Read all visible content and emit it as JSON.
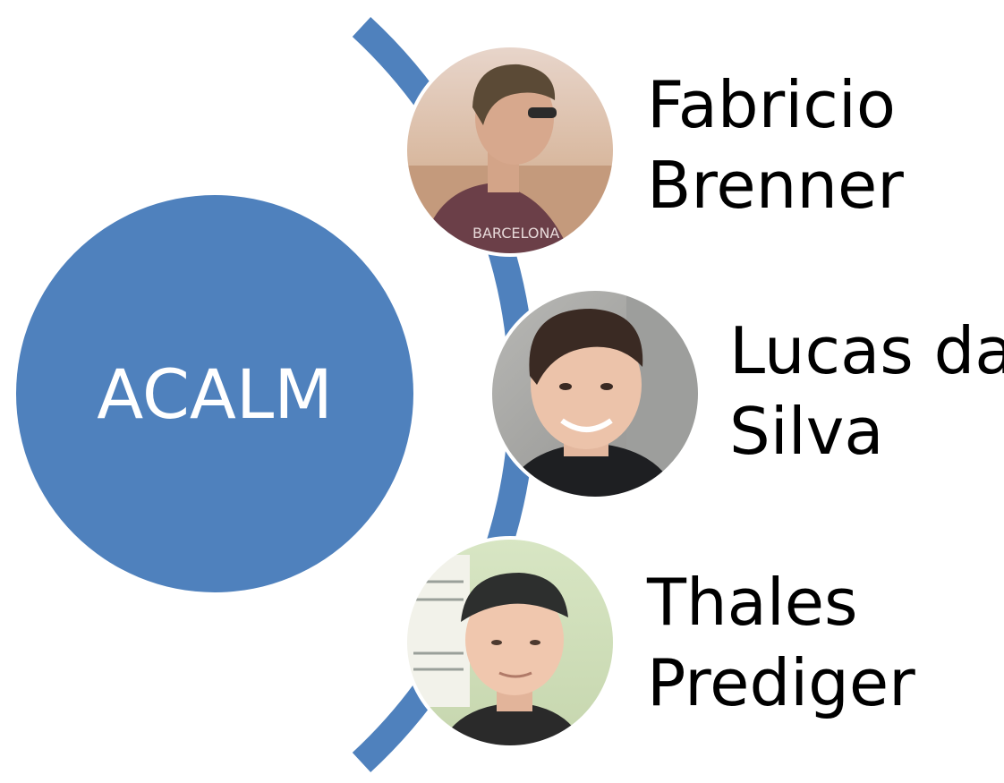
{
  "center": {
    "label": "ACALM",
    "color": "#4f81bd"
  },
  "arc_color": "#4f81bd",
  "members": [
    {
      "first": "Fabricio",
      "last": "Brenner",
      "photo": "person-photo-sunglasses-barcelona-shirt"
    },
    {
      "first": "Lucas da",
      "last": "Silva",
      "photo": "person-photo-smiling-dark-hair"
    },
    {
      "first": "Thales",
      "last": "Prediger",
      "photo": "person-photo-baseball-cap"
    }
  ]
}
